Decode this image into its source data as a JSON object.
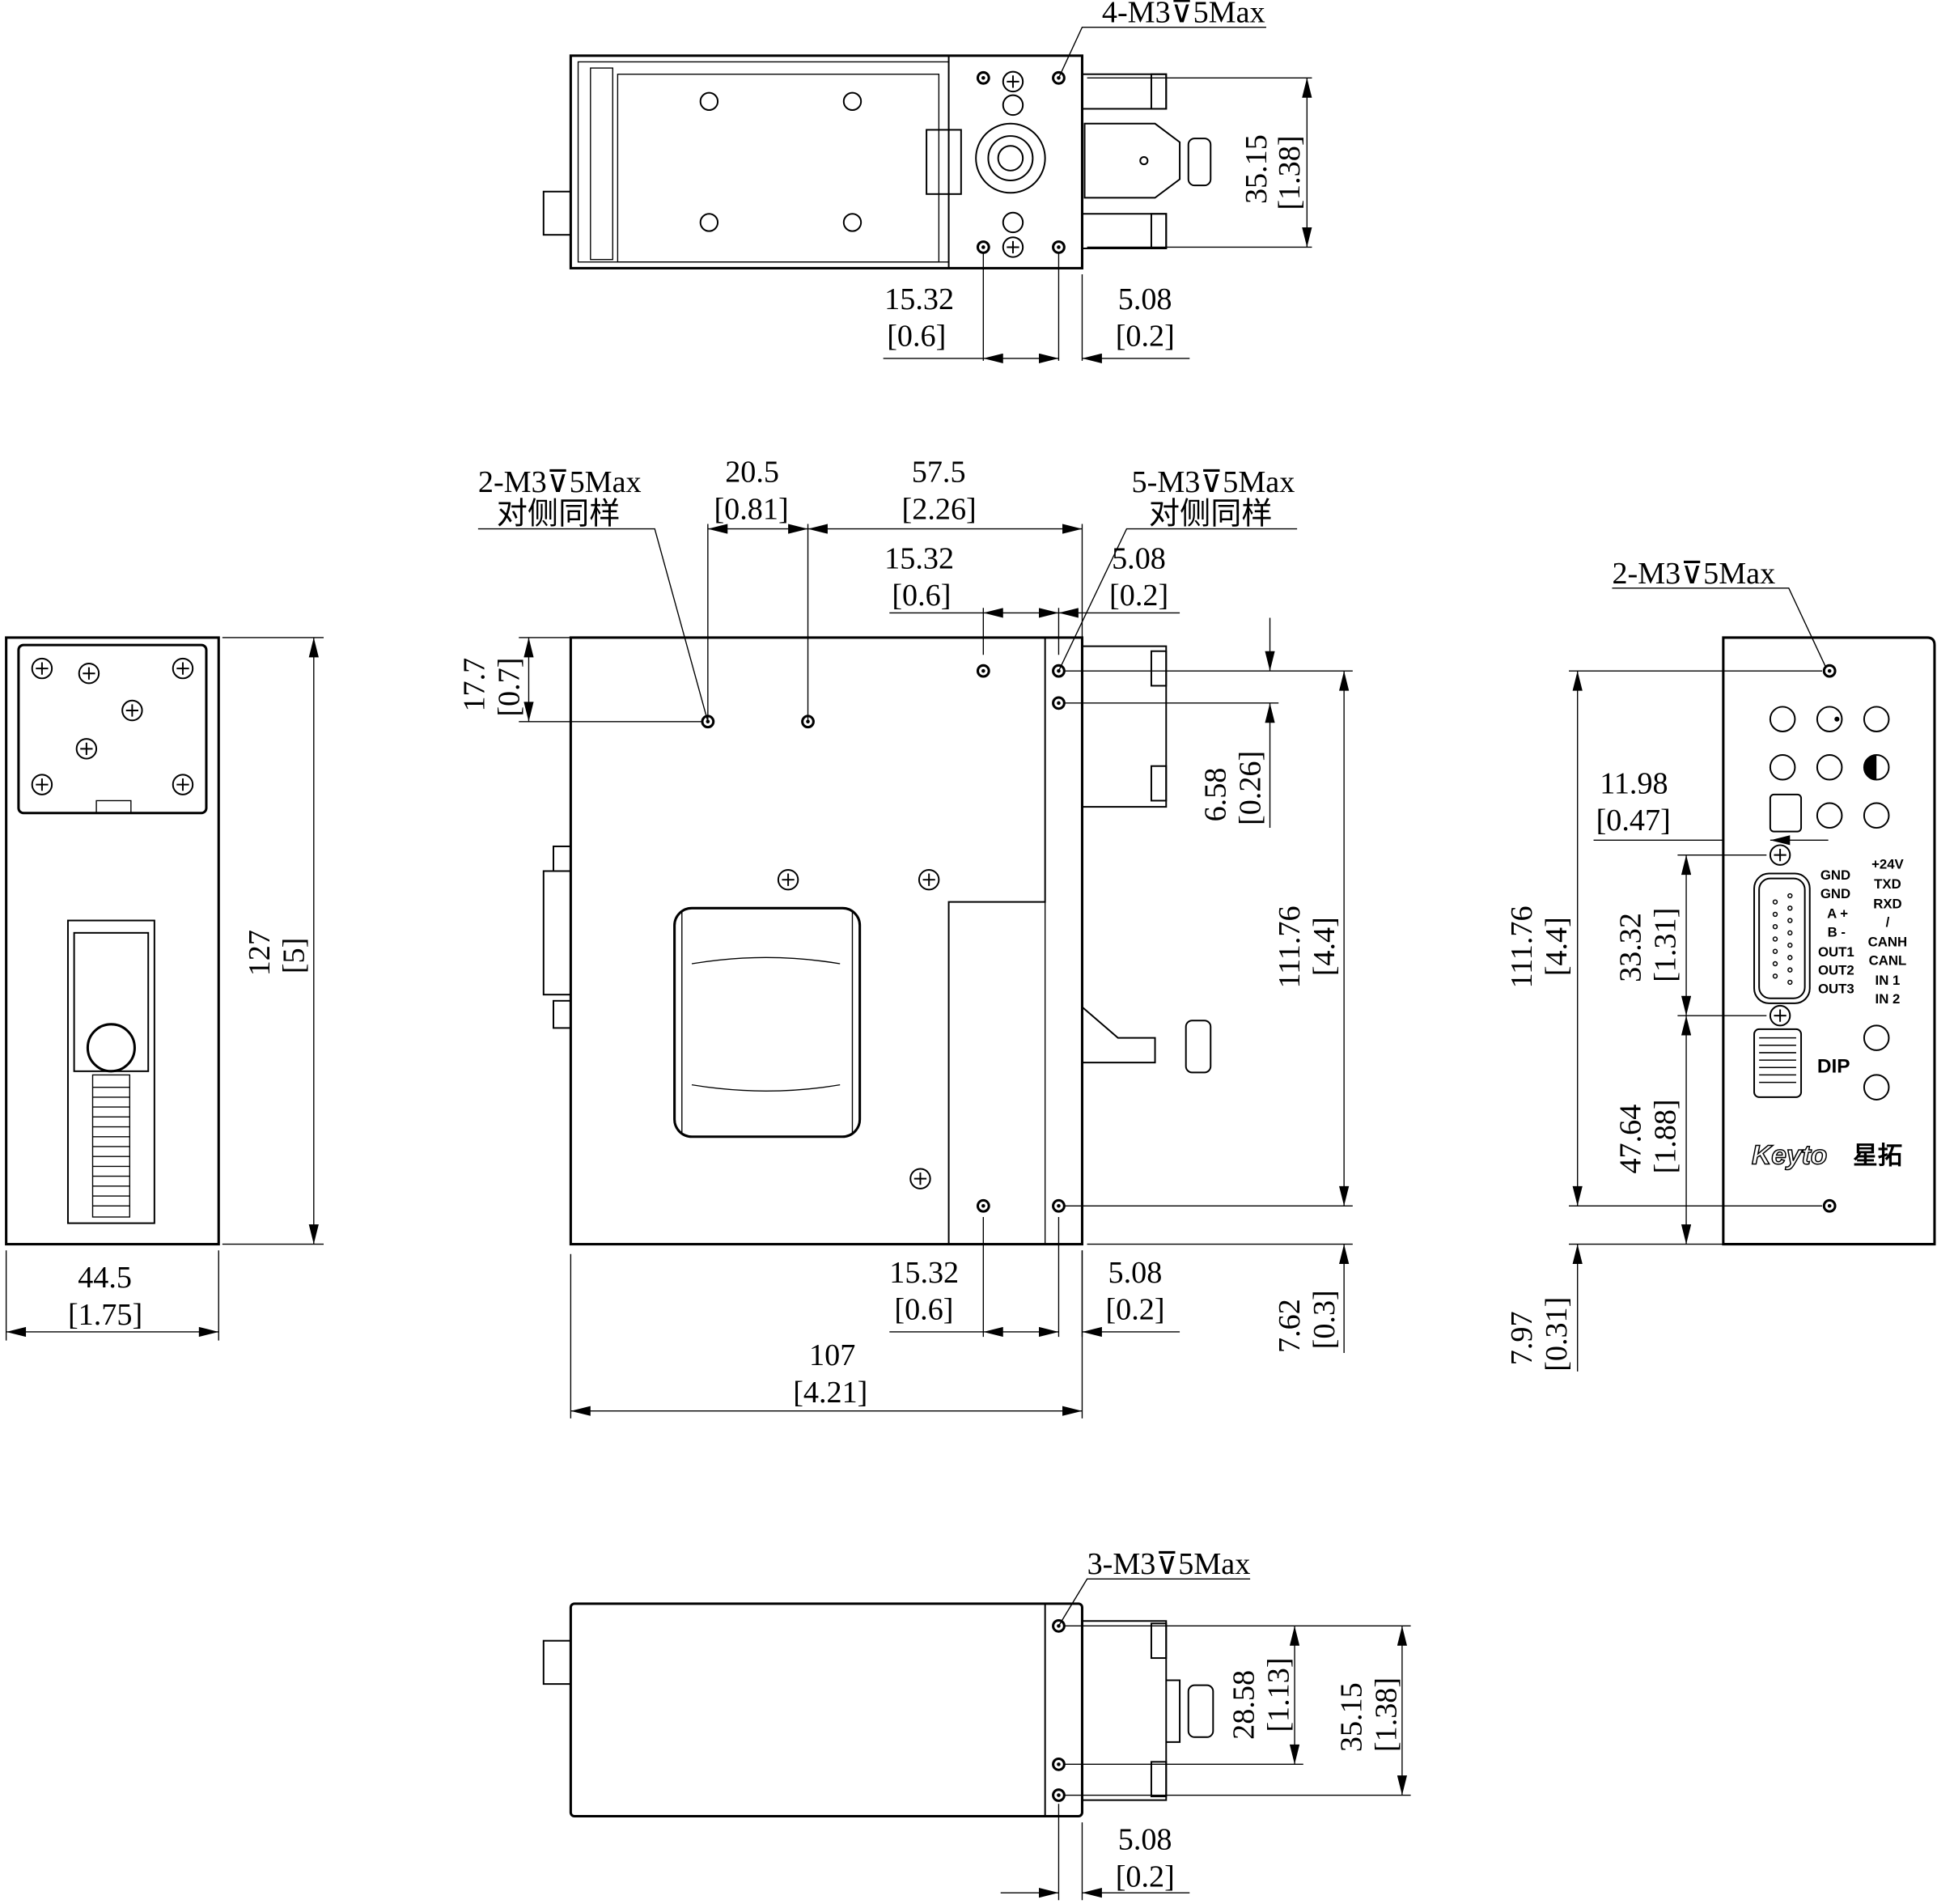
{
  "title": "Keyto stepper actuator dimension drawing",
  "top_view": {
    "callout": "4-M3⊽5Max",
    "dims": [
      {
        "value": "35.15",
        "inch": "[1.38]"
      },
      {
        "value": "15.32",
        "inch": "[0.6]"
      },
      {
        "value": "5.08",
        "inch": "[0.2]"
      }
    ]
  },
  "left_view": {
    "dims": [
      {
        "value": "127",
        "inch": "[5]"
      },
      {
        "value": "44.5",
        "inch": "[1.75]"
      }
    ]
  },
  "front_view": {
    "callout_left": {
      "text": "2-M3⊽5Max",
      "note": "对侧同样"
    },
    "callout_right": {
      "text": "5-M3⊽5Max",
      "note": "对侧同样"
    },
    "dims": [
      {
        "value": "20.5",
        "inch": "[0.81]"
      },
      {
        "value": "57.5",
        "inch": "[2.26]"
      },
      {
        "value": "15.32",
        "inch": "[0.6]"
      },
      {
        "value": "5.08",
        "inch": "[0.2]"
      },
      {
        "value": "17.7",
        "inch": "[0.7]"
      },
      {
        "value": "6.58",
        "inch": "[0.26]"
      },
      {
        "value": "111.76",
        "inch": "[4.4]"
      },
      {
        "value": "15.32",
        "inch": "[0.6]"
      },
      {
        "value": "5.08",
        "inch": "[0.2]"
      },
      {
        "value": "7.62",
        "inch": "[0.3]"
      },
      {
        "value": "107",
        "inch": "[4.21]"
      }
    ]
  },
  "right_view": {
    "callout": "2-M3⊽5Max",
    "dims": [
      {
        "value": "11.98",
        "inch": "[0.47]"
      },
      {
        "value": "111.76",
        "inch": "[4.4]"
      },
      {
        "value": "33.32",
        "inch": "[1.31]"
      },
      {
        "value": "47.64",
        "inch": "[1.88]"
      },
      {
        "value": "7.97",
        "inch": "[0.31]"
      }
    ],
    "pins_left": [
      "GND",
      "GND",
      "A +",
      "B -",
      "OUT1",
      "OUT2",
      "OUT3"
    ],
    "pins_right": [
      "+24V",
      "TXD",
      "RXD",
      "/",
      "CANH",
      "CANL",
      "IN 1",
      "IN 2"
    ],
    "dip_label": "DIP",
    "brand": "Keyto",
    "brand_cn": "星拓"
  },
  "bottom_view": {
    "callout": "3-M3⊽5Max",
    "dims": [
      {
        "value": "28.58",
        "inch": "[1.13]"
      },
      {
        "value": "35.15",
        "inch": "[1.38]"
      },
      {
        "value": "5.08",
        "inch": "[0.2]"
      }
    ]
  }
}
